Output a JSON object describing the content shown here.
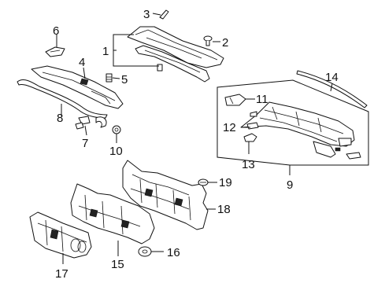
{
  "callouts": {
    "c1": "1",
    "c2": "2",
    "c3": "3",
    "c4": "4",
    "c5": "5",
    "c6": "6",
    "c7": "7",
    "c8": "8",
    "c9": "9",
    "c10": "10",
    "c11": "11",
    "c12": "12",
    "c13": "13",
    "c14": "14",
    "c15": "15",
    "c16": "16",
    "c17": "17",
    "c18": "18",
    "c19": "19"
  },
  "colors": {
    "line": "#111111",
    "background": "#ffffff"
  }
}
